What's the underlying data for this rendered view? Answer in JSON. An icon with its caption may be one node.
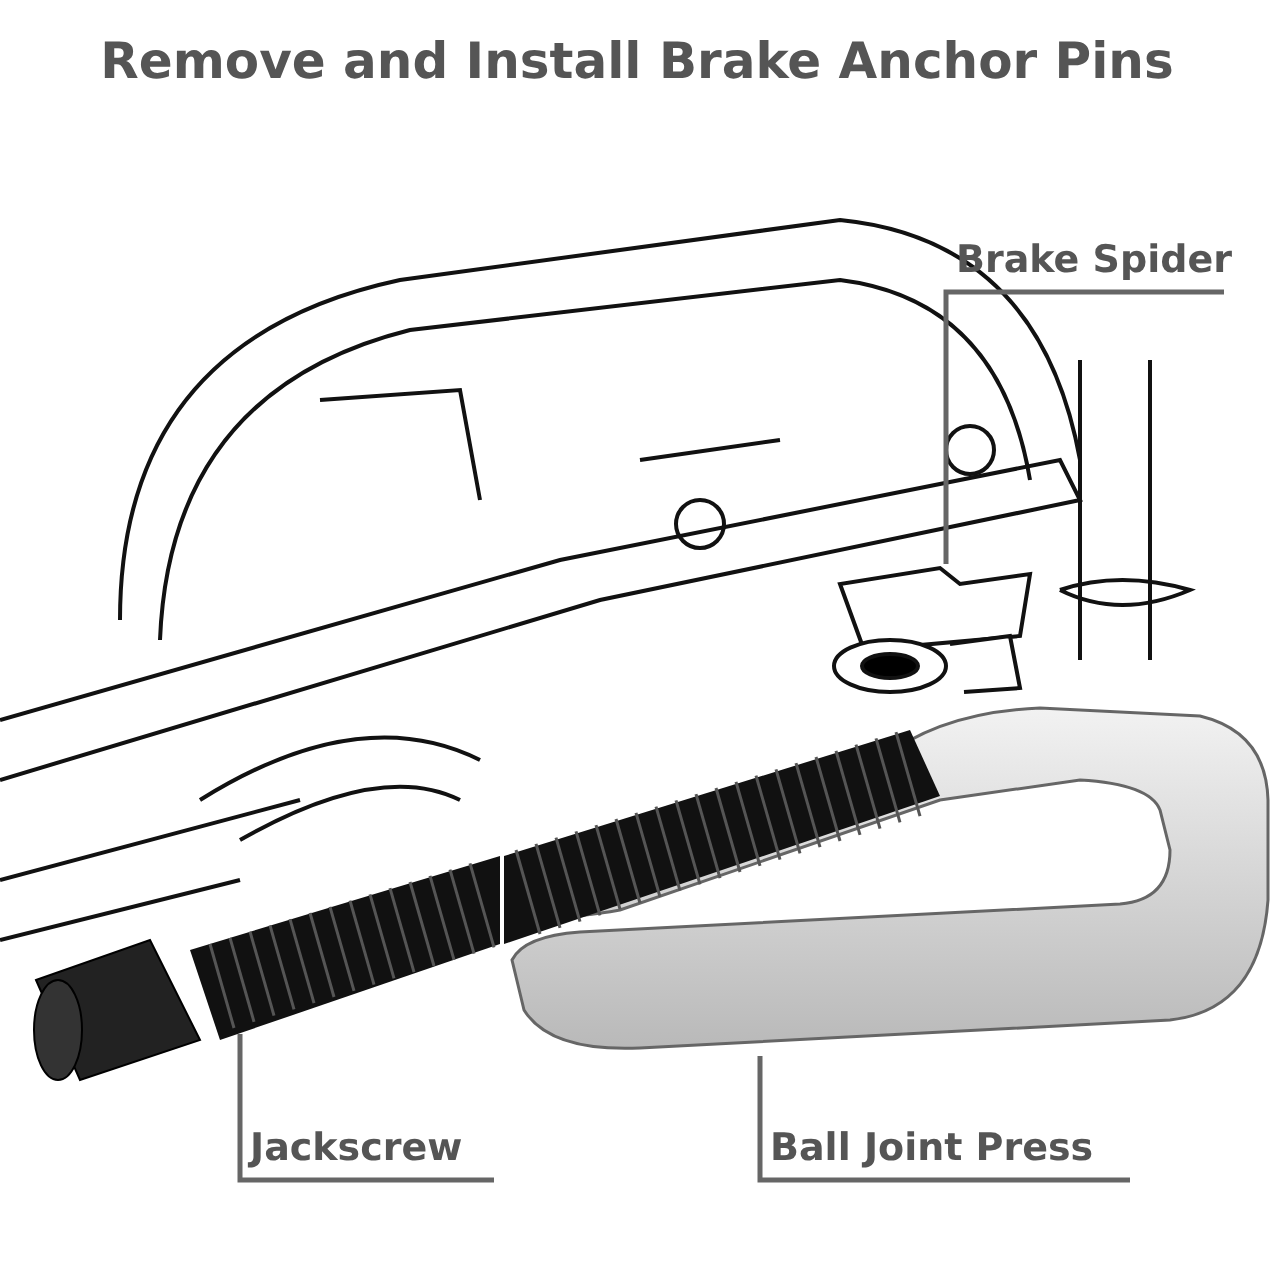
{
  "diagram": {
    "title": "Remove and Install Brake Anchor Pins",
    "nodes": [
      {
        "text": [
          "Brake Spider"
        ]
      },
      {
        "text": [],
        "shape": "picture"
      },
      {
        "text": [
          "Jackscrew"
        ]
      },
      {
        "text": [],
        "shape": "picture"
      },
      {
        "text": [
          "Ball Joint Press"
        ]
      },
      {
        "text": [],
        "shape": "picture"
      }
    ],
    "edges": [
      {
        "from": 0,
        "to": 1,
        "arrow": "none"
      },
      {
        "from": 2,
        "to": 3,
        "arrow": "none"
      },
      {
        "from": 4,
        "to": 5,
        "arrow": "none"
      }
    ]
  }
}
